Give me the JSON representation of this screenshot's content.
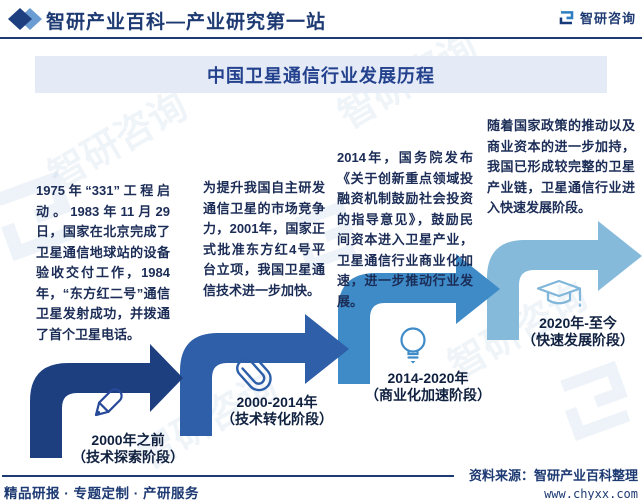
{
  "header": {
    "title": "智研产业百科—产业研究第一站",
    "logo_text": "智研咨询"
  },
  "chart_title": "中国卫星通信行业发展历程",
  "watermark": {
    "text": "智研咨询"
  },
  "stages": [
    {
      "paragraph": "1975年“331”工程启动。1983年11月29日，国家在北京完成了卫星通信地球站的设备验收交付工作，1984年，“东方红二号”通信卫星发射成功，并拨通了首个卫星电话。",
      "period": "2000年之前",
      "phase": "（技术探索阶段）",
      "icon": "pencil-icon",
      "color": "#1d3f80",
      "icon_color": "#27499a"
    },
    {
      "paragraph": "为提升我国自主研发通信卫星的市场竞争力，2001年，国家正式批准东方红4号平台立项，我国卫星通信技术进一步加快。",
      "period": "2000-2014年",
      "phase": "（技术转化阶段）",
      "icon": "paperclip-icon",
      "color": "#2e5fa8",
      "icon_color": "#2d5fa8"
    },
    {
      "paragraph": "2014年，国务院发布《关于创新重点领域投融资机制鼓励社会投资的指导意见》，鼓励民间资本进入卫星产业，卫星通信行业商业化加速，进一步推动行业发展。",
      "period": "2014-2020年",
      "phase": "（商业化加速阶段）",
      "icon": "lightbulb-icon",
      "color": "#3e8bc8",
      "icon_color": "#3f8cc9"
    },
    {
      "paragraph": "随着国家政策的推动以及商业资本的进一步加持，我国已形成较完整的卫星产业链，卫星通信行业进入快速发展阶段。",
      "period": "2020年-至今",
      "phase": "（快速发展阶段）",
      "icon": "graduation-cap-icon",
      "color": "#85badb",
      "icon_color": "#7fb6d9"
    }
  ],
  "footer": {
    "left": "精品研报 · 专题定制 · 产研服务",
    "source": "资料来源：智研产业百科整理",
    "website": "www.chyxx.com"
  },
  "colors": {
    "navy": "#1e3a73",
    "title_box_bg": "#e4ebf7",
    "logo_light_blue": "#2f7ec0",
    "diamond_back": "#6b9cd2"
  }
}
